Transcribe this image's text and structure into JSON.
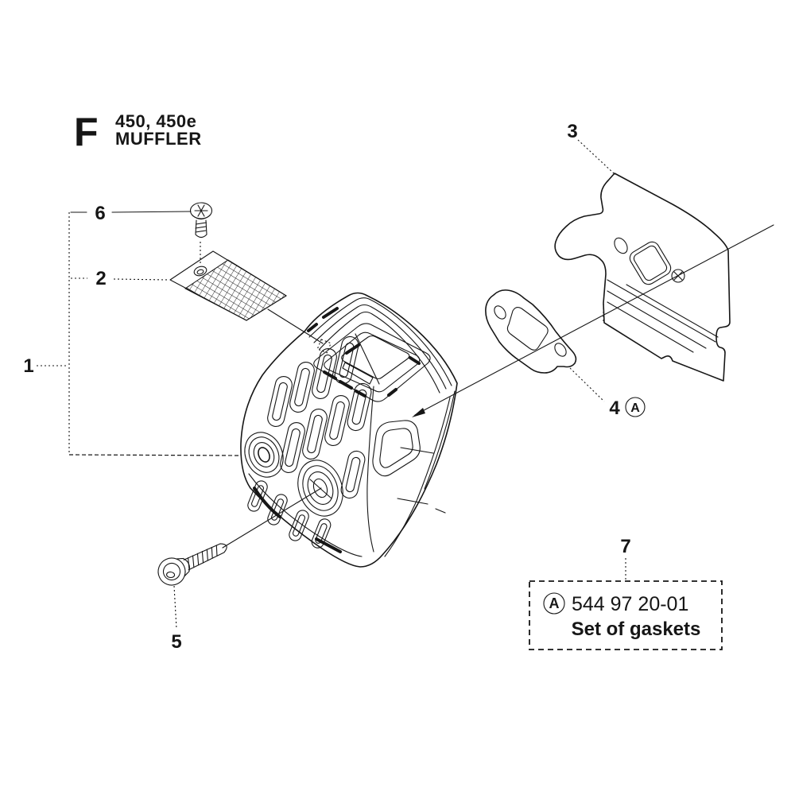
{
  "header": {
    "section_letter": "F",
    "models": "450, 450e",
    "title": "MUFFLER"
  },
  "callouts": {
    "muffler": "1",
    "screen": "2",
    "cooling_plate": "3",
    "gasket": "4",
    "bolt": "5",
    "screw": "6",
    "gasket_set": "7",
    "gasket_marker": "A"
  },
  "gasket_set_box": {
    "marker": "A",
    "part_number": "544 97 20-01",
    "description": "Set of gaskets"
  },
  "colors": {
    "ink": "#161616",
    "paper": "#ffffff"
  }
}
